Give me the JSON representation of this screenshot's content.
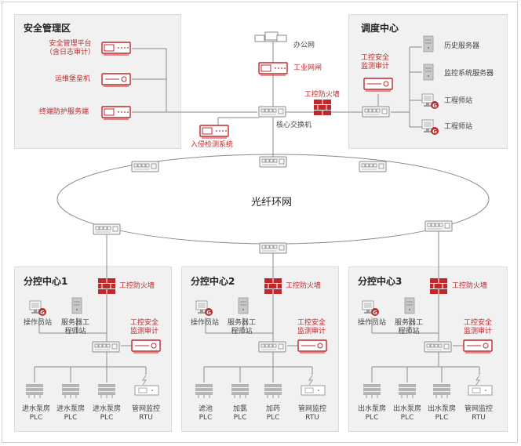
{
  "zones": {
    "security": "安全管理区",
    "dispatch": "调度中心",
    "sub1": "分控中心1",
    "sub2": "分控中心2",
    "sub3": "分控中心3"
  },
  "ring": "光纤环网",
  "security": {
    "platform": "安全管理平台\n（含日志审计）",
    "bastion": "运维堡垒机",
    "endpoint": "终端防护服务端",
    "ids": "入侵检测系统"
  },
  "core": {
    "office": "办公网",
    "gateway": "工业网闸",
    "firewall": "工控防火墙",
    "switch": "核心交换机"
  },
  "dispatch": {
    "audit": "工控安全\n监测审计",
    "history": "历史服务器",
    "monitor": "监控系统服务器",
    "eng1": "工程师站",
    "eng2": "工程师站"
  },
  "sub1": {
    "firewall": "工控防火墙",
    "operator": "操作员站",
    "server": "服务器工\n程师站",
    "audit": "工控安全\n监测审计",
    "plc": [
      "进水泵房\nPLC",
      "进水泵房\nPLC",
      "进水泵房\nPLC",
      "管网监控\nRTU"
    ]
  },
  "sub2": {
    "firewall": "工控防火墙",
    "operator": "操作员站",
    "server": "服务器工\n程师站",
    "audit": "工控安全\n监测审计",
    "plc": [
      "滤池\nPLC",
      "加氯\nPLC",
      "加药\nPLC",
      "管网监控\nRTU"
    ]
  },
  "sub3": {
    "firewall": "工控防火墙",
    "operator": "操作员站",
    "server": "服务器工\n程师站",
    "audit": "工控安全\n监测审计",
    "plc": [
      "出水泵房\nPLC",
      "出水泵房\nPLC",
      "出水泵房\nPLC",
      "管网监控\nRTU"
    ]
  },
  "colors": {
    "accent": "#c0282c",
    "device": "#8c8c8c",
    "zone_bg": "#f1f1f1"
  }
}
